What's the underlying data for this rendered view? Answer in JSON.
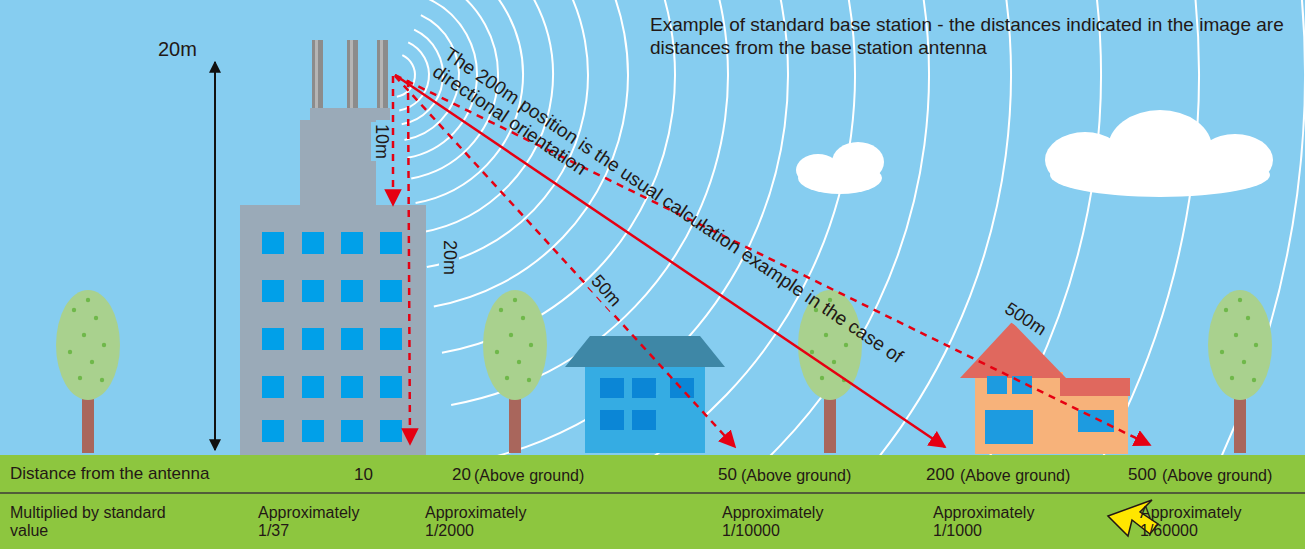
{
  "diagram": {
    "title": "Example of standard base station - the distances indicated in the image are distances from the base station antenna",
    "labels": [
      "20m",
      "10m",
      "20m",
      "50m",
      "The 200m position is the usual calculation example in the case of directional orientation",
      "500m",
      "Distance from the antenna",
      "10",
      "20",
      "(Above ground)",
      "50",
      "(Above ground)",
      "200",
      "(Above ground)",
      "500",
      "(Above ground)",
      "Multiplied by standard value",
      "Approximately 1/37",
      "Approximately 1/2000",
      "Approximately 1/10000",
      "Approximately 1/1000",
      "Approximately 1/60000"
    ]
  }
}
